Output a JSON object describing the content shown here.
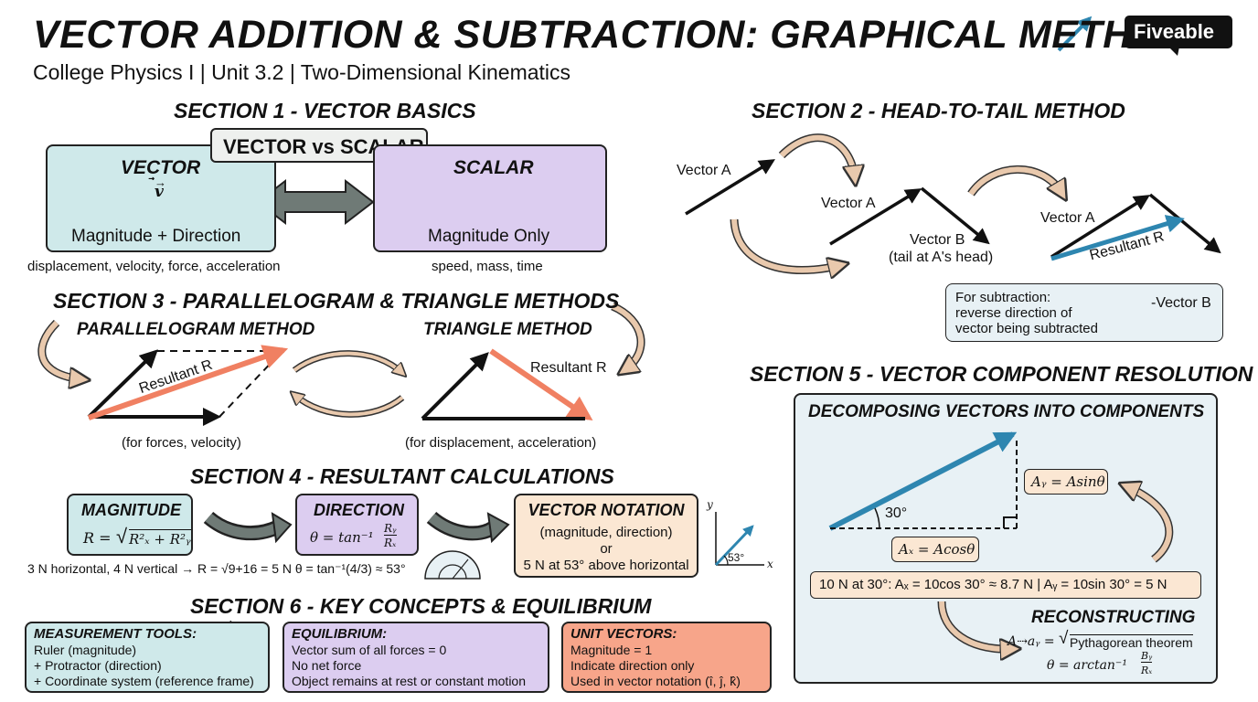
{
  "header": {
    "title": "VECTOR ADDITION & SUBTRACTION: GRAPHICAL METHODS",
    "subtitle": "College Physics I | Unit 3.2 | Two-Dimensional Kinematics",
    "brand": "Fiveable"
  },
  "section1": {
    "title": "SECTION 1 - VECTOR BASICS",
    "compare_label": "VECTOR vs SCALAR",
    "vector": {
      "heading": "VECTOR",
      "symbol": "v",
      "desc": "Magnitude + Direction",
      "examples": "displacement, velocity, force, acceleration"
    },
    "scalar": {
      "heading": "SCALAR",
      "desc": "Magnitude Only",
      "examples": "speed, mass, time"
    }
  },
  "section2": {
    "title": "SECTION 2 - HEAD-TO-TAIL METHOD",
    "step1_label": "Vector A",
    "step2_label_a": "Vector A",
    "step2_label_b": "Vector B",
    "step2_note": "(tail at A's head)",
    "step3_label_a": "Vector A",
    "step3_resultant": "Resultant R",
    "subtraction_line1": "For subtraction:",
    "subtraction_line2": "reverse direction of",
    "subtraction_line3": "vector being subtracted",
    "neg_vector": "-Vector B"
  },
  "section3": {
    "title": "SECTION 3 - PARALLELOGRAM & TRIANGLE METHODS",
    "parallelogram": {
      "heading": "PARALLELOGRAM METHOD",
      "resultant": "Resultant R",
      "note": "(for forces, velocity)"
    },
    "triangle": {
      "heading": "TRIANGLE METHOD",
      "resultant": "Resultant R",
      "note": "(for displacement, acceleration)"
    }
  },
  "section4": {
    "title": "SECTION 4 - RESULTANT CALCULATIONS",
    "magnitude": {
      "heading": "MAGNITUDE",
      "formula_lhs": "R = ",
      "formula_rhs": "R²ₓ + R²ᵧ"
    },
    "direction": {
      "heading": "DIRECTION",
      "formula_lhs": "θ = tan⁻¹",
      "num": "Rᵧ",
      "den": "Rₓ"
    },
    "notation": {
      "heading": "VECTOR NOTATION",
      "line1": "(magnitude, direction)",
      "line2": "or",
      "line3": "5 N at 53° above horizontal"
    },
    "example": "3 N horizontal, 4 N vertical → R = √9+16 = 5 N  θ = tan⁻¹(4/3) ≈ 53°",
    "axes": {
      "y": "y",
      "x": "x",
      "angle": "53°"
    }
  },
  "section5": {
    "title": "SECTION 5 - VECTOR COMPONENT RESOLUTION",
    "panel_heading": "DECOMPOSING VECTORS INTO COMPONENTS",
    "angle": "30°",
    "ay_label": "Aᵧ = Asinθ",
    "ax_label": "Aₓ = Acosθ",
    "example": "10 N at 30°: Aₓ = 10cos 30° ≈ 8.7 N  |  Aᵧ = 10sin 30° = 5 N",
    "reconstruct_heading": "RECONSTRUCTING",
    "reconstruct_line1_lhs": "A⇢aᵧ = ",
    "reconstruct_line1_rhs": "Pythagorean theorem",
    "reconstruct_line2_lhs": "θ = arctan⁻¹",
    "reconstruct_num": "Bᵧ",
    "reconstruct_den": "Rₓ"
  },
  "section6": {
    "title": "SECTION 6 - KEY CONCEPTS & EQUILIBRIUM",
    "tools": {
      "heading": "MEASUREMENT TOOLS:",
      "line1": "Ruler (magnitude)",
      "line2": "+ Protractor (direction)",
      "line3": "+ Coordinate system (reference frame)"
    },
    "equilibrium": {
      "heading": "EQUILIBRIUM:",
      "line1": "Vector sum of all forces = 0",
      "line2": "No net force",
      "line3": "Object remains at rest or constant motion"
    },
    "unit_vectors": {
      "heading": "UNIT VECTORS:",
      "line1": "Magnitude = 1",
      "line2": "Indicate direction only",
      "line3": "Used in vector notation (î, ĵ, k̂)"
    }
  },
  "colors": {
    "teal": "#cfe9ea",
    "purple": "#dccdf0",
    "peach": "#fbe7d3",
    "orange": "#f7a58a",
    "resultant": "#f08062",
    "component_blue": "#2e86b0",
    "curved_arrow": "#e9c9ad"
  }
}
